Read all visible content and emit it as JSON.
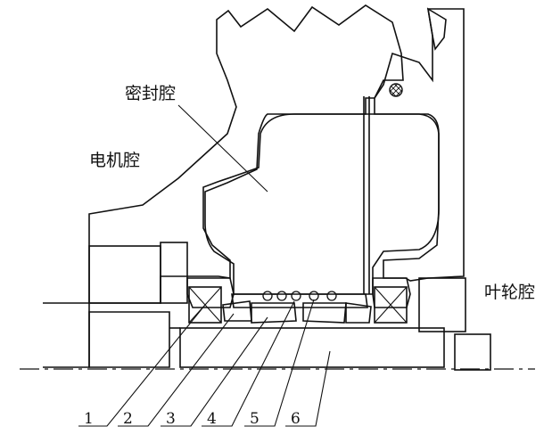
{
  "labels": {
    "seal_cavity": "密封腔",
    "motor_cavity": "电机腔",
    "impeller_cavity": "叶轮腔"
  },
  "part_numbers": [
    "1",
    "2",
    "3",
    "4",
    "5",
    "6"
  ],
  "colors": {
    "ink": "#111111",
    "background": "#ffffff"
  }
}
